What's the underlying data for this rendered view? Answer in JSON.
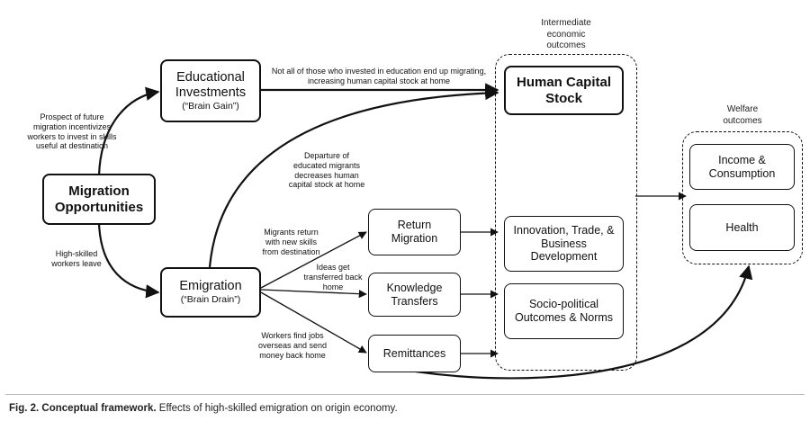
{
  "nodes": {
    "migration_opportunities": {
      "line1": "Migration",
      "line2": "Opportunities"
    },
    "educational_investments": {
      "line1": "Educational",
      "line2": "Investments",
      "sub": "(“Brain Gain”)"
    },
    "emigration": {
      "line1": "Emigration",
      "sub": "(“Brain Drain”)"
    },
    "return_migration": {
      "line1": "Return",
      "line2": "Migration"
    },
    "knowledge_transfers": {
      "line1": "Knowledge",
      "line2": "Transfers"
    },
    "remittances": {
      "line1": "Remittances"
    },
    "human_capital_stock": {
      "line1": "Human Capital",
      "line2": "Stock"
    },
    "innovation": {
      "line1": "Innovation, Trade, &",
      "line2": "Business",
      "line3": "Development"
    },
    "socio_political": {
      "line1": "Socio-political",
      "line2": "Outcomes & Norms"
    },
    "income_consumption": {
      "line1": "Income &",
      "line2": "Consumption"
    },
    "health": {
      "line1": "Health"
    }
  },
  "groups": {
    "intermediate": {
      "line1": "Intermediate",
      "line2": "economic",
      "line3": "outcomes"
    },
    "welfare": {
      "line1": "Welfare",
      "line2": "outcomes"
    }
  },
  "edge_labels": {
    "prospect": [
      "Prospect of future",
      "migration incentivizes",
      "workers to invest in skills",
      "useful at destination"
    ],
    "high_skilled": [
      "High-skilled",
      "workers leave"
    ],
    "not_all": [
      "Not all of those who invested in education end up migrating,",
      "increasing human capital stock at home"
    ],
    "departure": [
      "Departure of",
      "educated migrants",
      "decreases human",
      "capital stock at home"
    ],
    "migrants_return": [
      "Migrants return",
      "with new skills",
      "from destination"
    ],
    "ideas": [
      "Ideas get",
      "transferred back",
      "home"
    ],
    "workers_find": [
      "Workers find jobs",
      "overseas and send",
      "money back home"
    ]
  },
  "caption": {
    "bold": "Fig. 2. Conceptual framework.",
    "text": " Effects of high-skilled emigration on origin economy."
  }
}
